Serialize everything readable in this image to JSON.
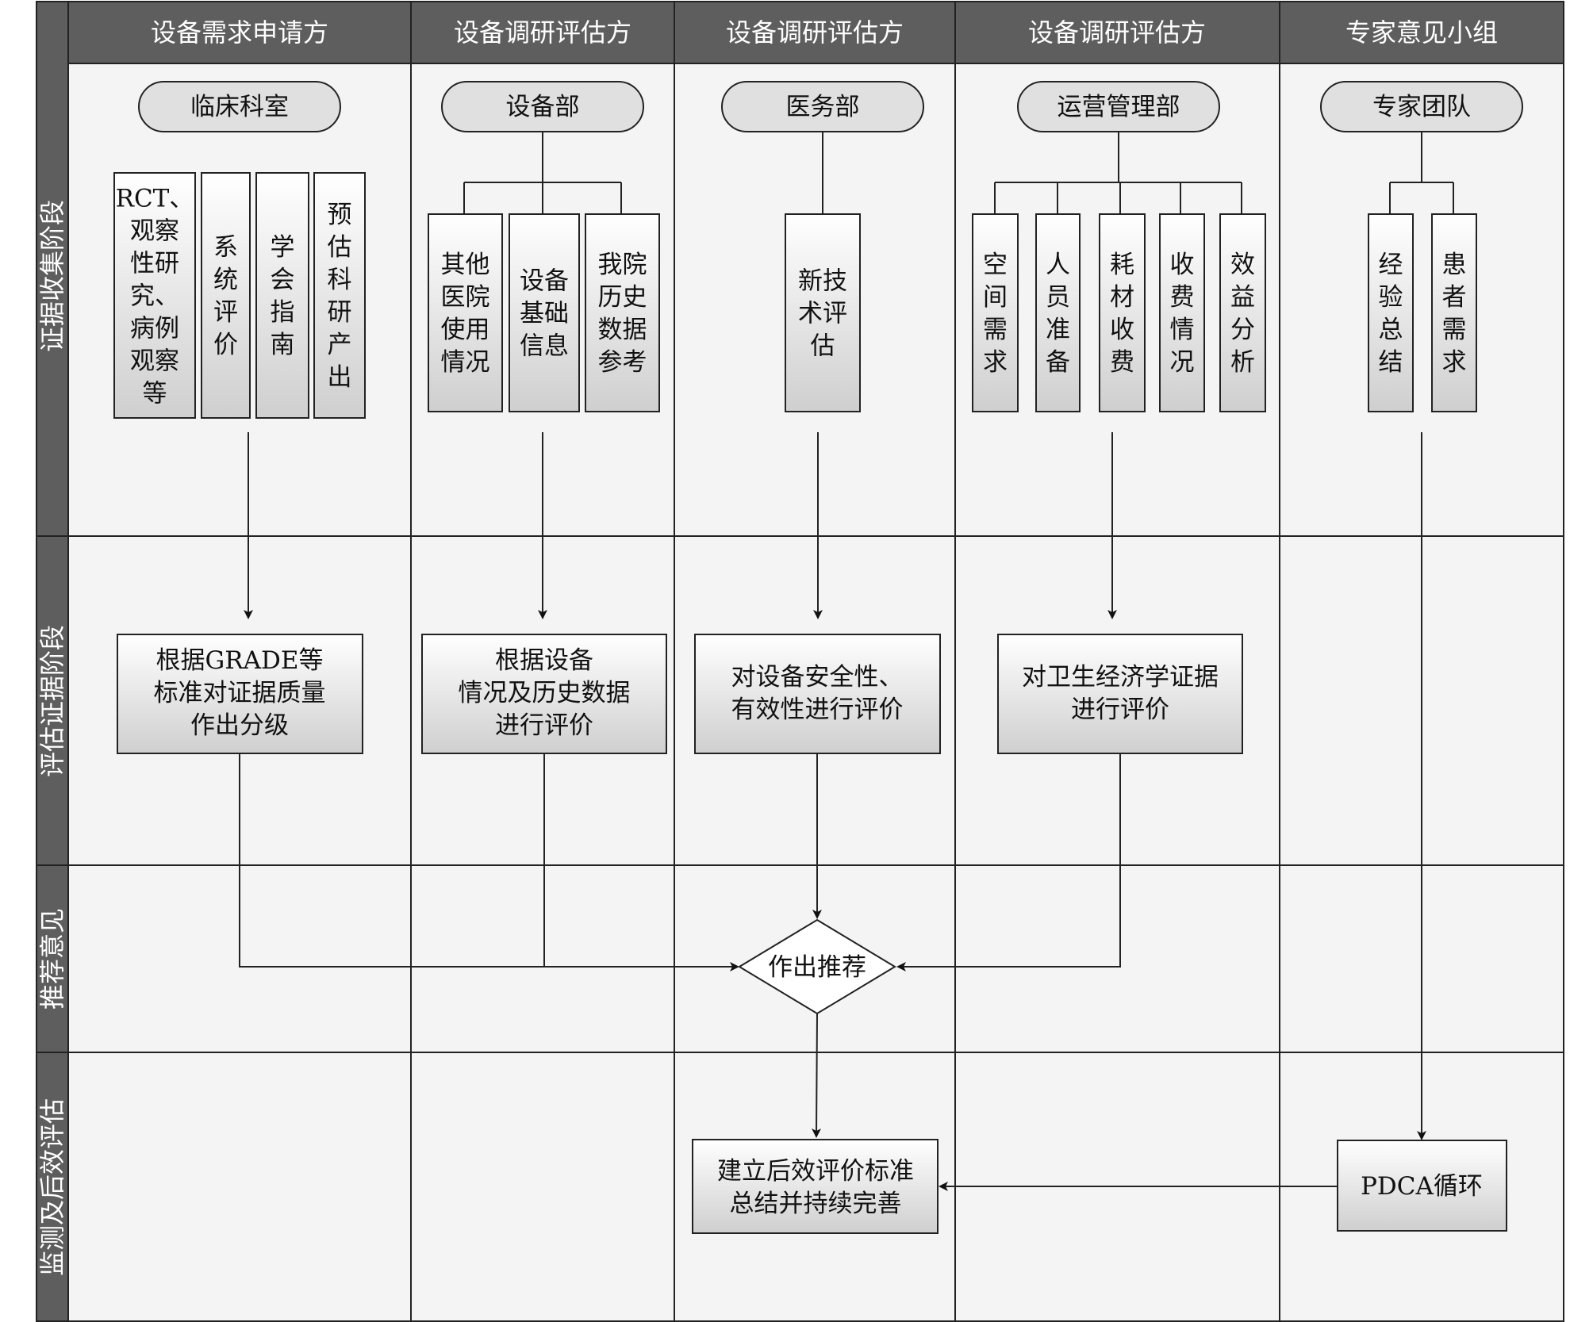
{
  "lanes": [
    {
      "header": "设备需求申请方",
      "dept": "临床科室"
    },
    {
      "header": "设备调研评估方",
      "dept": "设备部"
    },
    {
      "header": "设备调研评估方",
      "dept": "医务部"
    },
    {
      "header": "设备调研评估方",
      "dept": "运营管理部"
    },
    {
      "header": "专家意见小组",
      "dept": "专家团队"
    }
  ],
  "stages": [
    "证据收集阶段",
    "评估证据阶段",
    "推荐意见",
    "监测及后效评估"
  ],
  "evidence": {
    "clinical": [
      [
        "RCT、",
        "观察",
        "性研",
        "究、",
        "病例",
        "观察",
        "等"
      ],
      [
        "系",
        "统",
        "评",
        "价"
      ],
      [
        "学",
        "会",
        "指",
        "南"
      ],
      [
        "预",
        "估",
        "科",
        "研",
        "产",
        "出"
      ]
    ],
    "equipment": [
      [
        "其他",
        "医院",
        "使用",
        "情况"
      ],
      [
        "设备",
        "基础",
        "信息"
      ],
      [
        "我院",
        "历史",
        "数据",
        "参考"
      ]
    ],
    "medical": [
      [
        "新技",
        "术评",
        "估"
      ]
    ],
    "operations": [
      [
        "空",
        "间",
        "需",
        "求"
      ],
      [
        "人",
        "员",
        "准",
        "备"
      ],
      [
        "耗",
        "材",
        "收",
        "费"
      ],
      [
        "收",
        "费",
        "情",
        "况"
      ],
      [
        "效",
        "益",
        "分",
        "析"
      ]
    ],
    "experts": [
      [
        "经",
        "验",
        "总",
        "结"
      ],
      [
        "患",
        "者",
        "需",
        "求"
      ]
    ]
  },
  "assessment": [
    [
      "根据GRADE等",
      "标准对证据质量",
      "作出分级"
    ],
    [
      "根据设备",
      "情况及历史数据",
      "进行评价"
    ],
    [
      "对设备安全性、",
      "有效性进行评价"
    ],
    [
      "对卫生经济学证据",
      "进行评价"
    ]
  ],
  "decision": "作出推荐",
  "outcome": [
    "建立后效评价标准",
    "总结并持续完善"
  ],
  "pdca": "PDCA循环",
  "colors": {
    "header_fill": "#5e5e5e",
    "grid_line": "#222222",
    "gradient_top": "#ffffff",
    "gradient_bottom": "#cfcfcf",
    "terminal_fill": "#e0e0e0",
    "lane_bg": "#f4f4f4"
  }
}
